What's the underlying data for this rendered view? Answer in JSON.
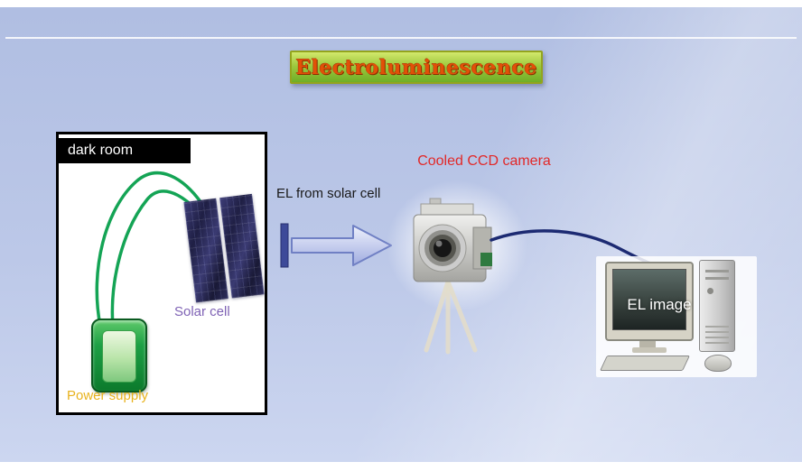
{
  "slide": {
    "title": "Electroluminescence",
    "colors": {
      "background_top": "#b0bee2",
      "background_bottom": "#ccd6f0",
      "title_text": "#e25008",
      "title_border": "#93a41e",
      "title_bg_top": "#d2e86c",
      "title_bg_bottom": "#6fae27",
      "wire_green": "#14a455",
      "cable_navy": "#1c2a72",
      "solar_cell_label": "#7f63b5",
      "power_supply_label": "#e8b21c",
      "camera_label": "#e22828",
      "arrow_fill": "#aab4e4",
      "arrow_outline": "#7080c4"
    }
  },
  "dark_room": {
    "label": "dark room",
    "solar_cell_label": "Solar cell",
    "power_supply_label": "Power supply"
  },
  "flow": {
    "arrow_label": "EL from solar cell",
    "camera_label": "Cooled CCD camera",
    "monitor_label": "EL image"
  }
}
